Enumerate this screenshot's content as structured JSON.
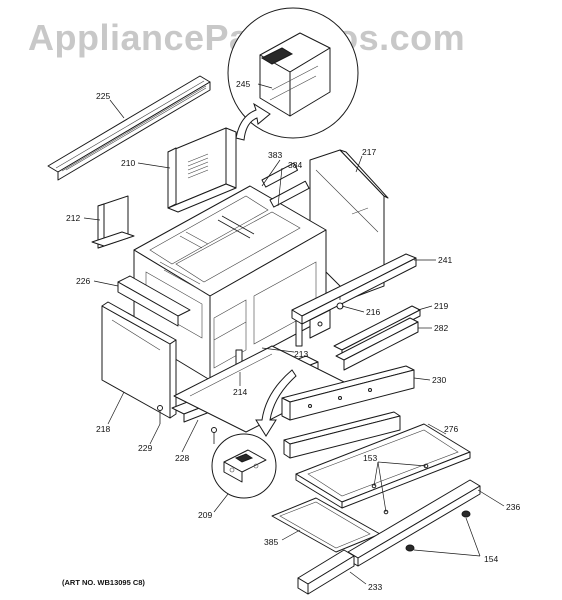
{
  "watermark": "AppliancePartsPros.com",
  "art_number": "(ART NO. WB13095 C8)",
  "callouts": {
    "p225": "225",
    "p245": "245",
    "p210": "210",
    "p383": "383",
    "p384": "384",
    "p217": "217",
    "p212": "212",
    "p241": "241",
    "p226": "226",
    "p216": "216",
    "p219": "219",
    "p282": "282",
    "p213": "213",
    "p214": "214",
    "p230": "230",
    "p218": "218",
    "p229": "229",
    "p228": "228",
    "p276": "276",
    "p153": "153",
    "p209": "209",
    "p236": "236",
    "p385": "385",
    "p154": "154",
    "p233": "233"
  }
}
